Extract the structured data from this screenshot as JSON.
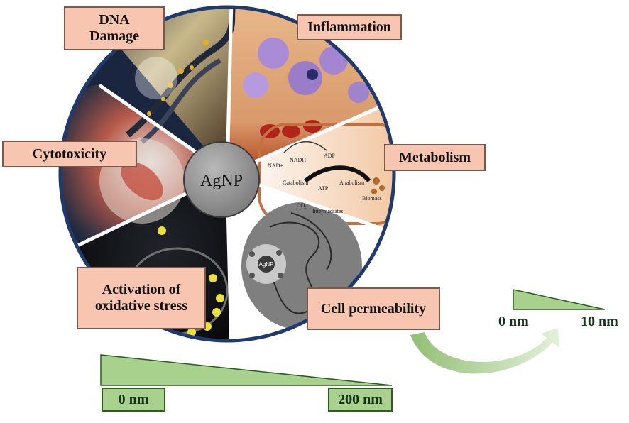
{
  "center_label": "AgNP",
  "segments": {
    "dna_damage": "DNA\nDamage",
    "inflammation": "Inflammation",
    "metabolism": "Metabolism",
    "cell_permeability": "Cell permeability",
    "oxidative_stress": "Activation of\noxidative stress",
    "cytotoxicity": "Cytotoxicity"
  },
  "metabolism_diagram": {
    "nad": "NAD+",
    "nadh": "NADH",
    "adp": "ADP",
    "atp": "ATP",
    "catabolism": "Catabolism",
    "anabolism": "Anabolism",
    "co2": "CO₂",
    "intermediates": "Intermediates",
    "biomass": "Biomass"
  },
  "permeability_diagram": {
    "agnp_small": "AgNP"
  },
  "large_scale": {
    "min_label": "0 nm",
    "max_label": "200 nm"
  },
  "small_scale": {
    "min_label": "0 nm",
    "max_label": "10 nm"
  },
  "colors": {
    "label_fill": "#f8c6b0",
    "scale_fill": "#a9d18e",
    "ring": "#1f3a6b",
    "center": "#9a9a9a"
  }
}
